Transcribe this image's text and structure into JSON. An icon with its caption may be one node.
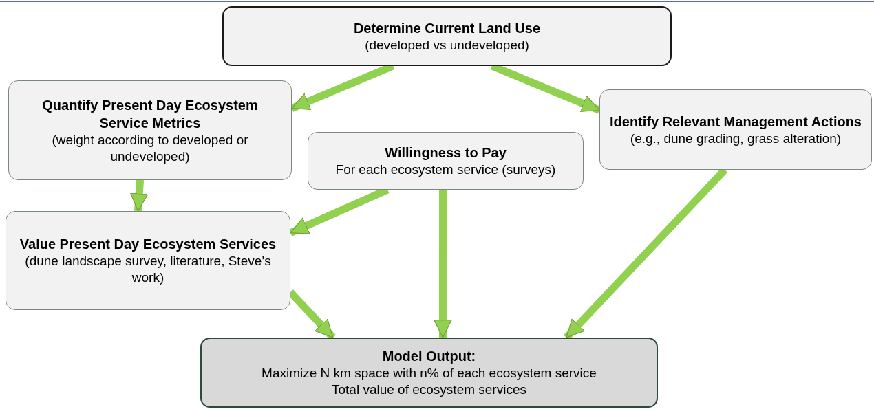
{
  "diagram": {
    "nodes": [
      {
        "text": [
          "Determine Current Land Use",
          "(developed vs undeveloped)"
        ]
      },
      {
        "text": [
          "Quantify Present Day Ecosystem Service Metrics",
          "(weight according to developed or undeveloped)"
        ]
      },
      {
        "text": [
          "Identify Relevant Management Actions",
          "(e.g., dune grading, grass alteration)"
        ]
      },
      {
        "text": [
          "Willingness to Pay",
          "For each ecosystem service (surveys)"
        ]
      },
      {
        "text": [
          "Value Present Day Ecosystem Services",
          "(dune landscape survey, literature, Steve’s work)"
        ]
      },
      {
        "text": [
          "Model Output:",
          "Maximize N km space with n% of each ecosystem service",
          "Total value of ecosystem services"
        ]
      }
    ],
    "edges": [
      {
        "from": 0,
        "to": 1,
        "arrow": "to"
      },
      {
        "from": 0,
        "to": 2,
        "arrow": "to"
      },
      {
        "from": 1,
        "to": 4,
        "arrow": "to"
      },
      {
        "from": 3,
        "to": 4,
        "arrow": "to"
      },
      {
        "from": 3,
        "to": 5,
        "arrow": "to"
      },
      {
        "from": 4,
        "to": 5,
        "arrow": "to"
      },
      {
        "from": 2,
        "to": 5,
        "arrow": "to"
      }
    ]
  }
}
